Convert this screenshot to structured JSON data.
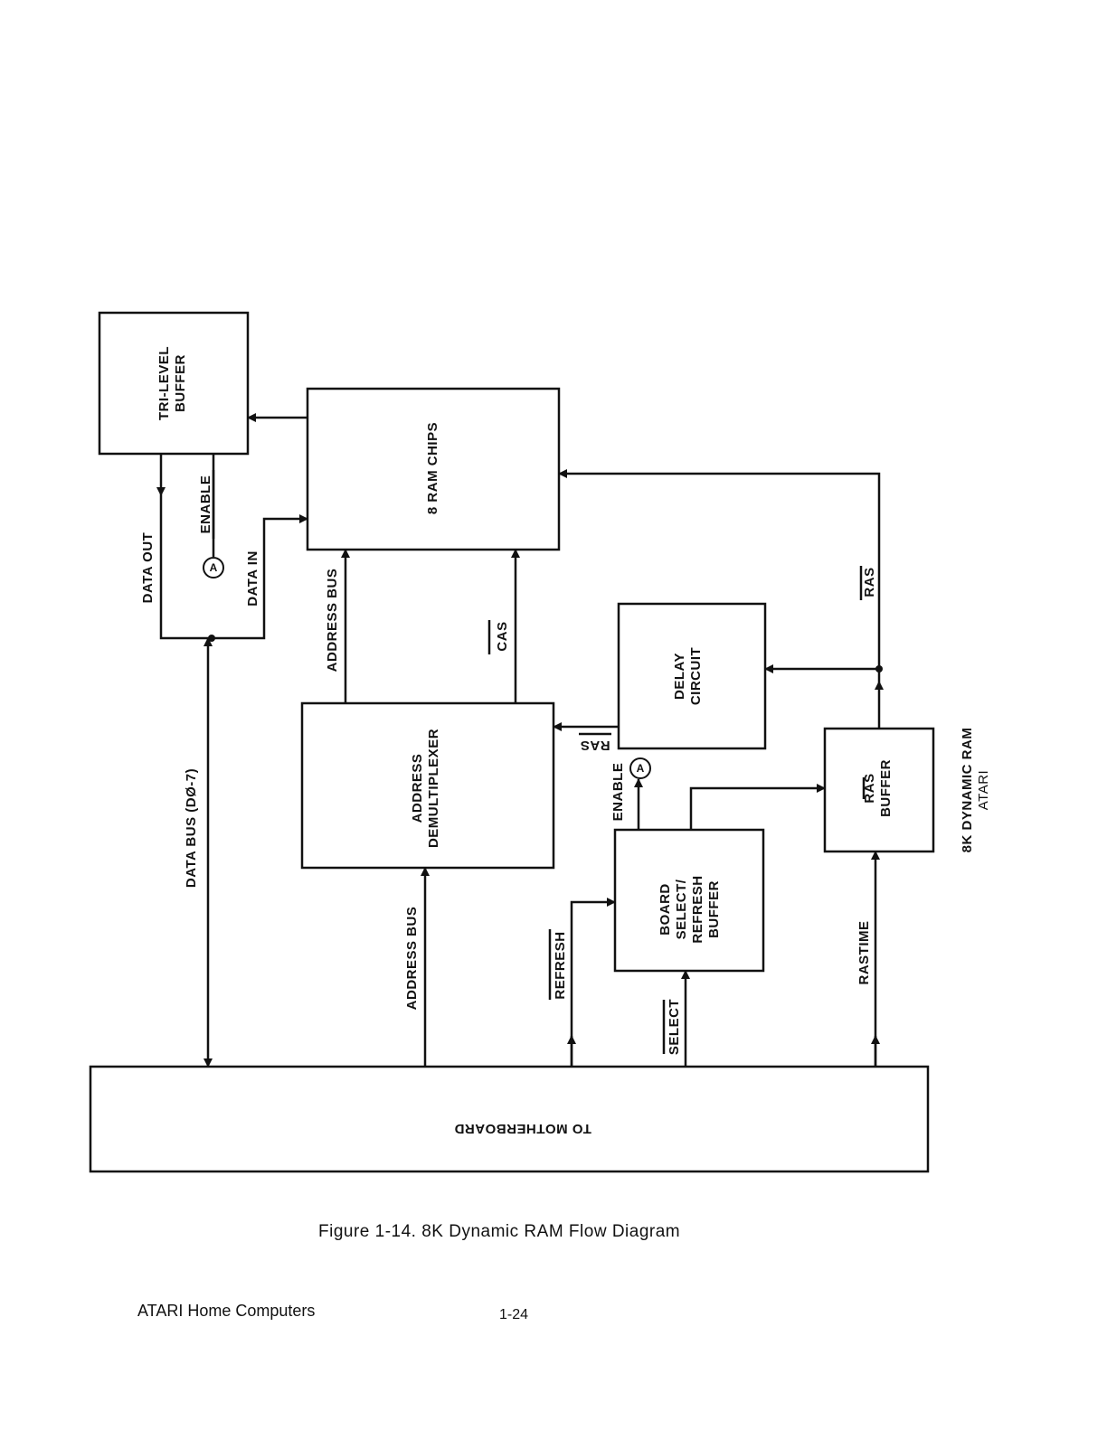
{
  "blocks": {
    "tri_level_buffer": [
      "TRI-LEVEL",
      "BUFFER"
    ],
    "ram_chips": "8 RAM CHIPS",
    "address_demux": [
      "ADDRESS",
      "DEMULTIPLEXER"
    ],
    "delay_circuit": [
      "DELAY",
      "CIRCUIT"
    ],
    "ras_buffer": [
      "RAS",
      "BUFFER"
    ],
    "board_select_buffer": [
      "BOARD",
      "SELECT/",
      "REFRESH",
      "BUFFER"
    ],
    "motherboard": "TO MOTHERBOARD"
  },
  "signals": {
    "data_out": "DATA OUT",
    "enable_top": "ENABLE",
    "data_in": "DATA IN",
    "address_bus_upper": "ADDRESS BUS",
    "cas": "CAS",
    "ras_right": "RAS",
    "ras_mid": "RAS",
    "enable_mid": "ENABLE",
    "data_bus": "DATA BUS (DØ-7)",
    "address_bus_lower": "ADDRESS BUS",
    "refresh": "REFRESH",
    "select": "SELECT",
    "rastime": "RASTIME",
    "tap_symbol": "A"
  },
  "side_title": [
    "8K DYNAMIC RAM",
    "ATARI"
  ],
  "caption": "Figure 1-14.  8K Dynamic RAM Flow Diagram",
  "footer": {
    "left": "ATARI Home Computers",
    "right": "1-24"
  }
}
